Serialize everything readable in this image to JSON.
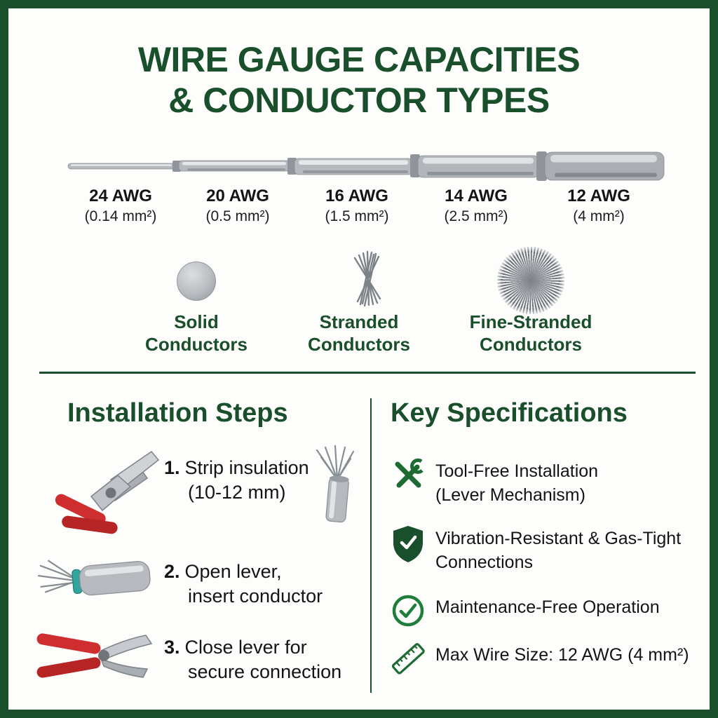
{
  "title": {
    "line1": "WIRE GAUGE CAPACITIES",
    "line2": "& CONDUCTOR TYPES"
  },
  "wire_gauges": [
    {
      "awg": "24 AWG",
      "mm2": "(0.14 mm²)"
    },
    {
      "awg": "20 AWG",
      "mm2": "(0.5 mm²)"
    },
    {
      "awg": "16 AWG",
      "mm2": "(1.5 mm²)"
    },
    {
      "awg": "14 AWG",
      "mm2": "(2.5 mm²)"
    },
    {
      "awg": "12 AWG",
      "mm2": "(4 mm²)"
    }
  ],
  "conductor_types": [
    {
      "line1": "Solid",
      "line2": "Conductors",
      "icon": "solid-conductor-icon"
    },
    {
      "line1": "Stranded",
      "line2": "Conductors",
      "icon": "stranded-conductor-icon"
    },
    {
      "line1": "Fine-Stranded",
      "line2": "Conductors",
      "icon": "fine-stranded-conductor-icon"
    }
  ],
  "installation": {
    "heading": "Installation Steps",
    "steps": [
      {
        "number": "1.",
        "line1": "Strip insulation",
        "line2": "(10-12 mm)",
        "icon": "wire-stripper-icon"
      },
      {
        "number": "2.",
        "line1": "Open lever,",
        "line2": "insert conductor",
        "icon": "stripped-wire-icon"
      },
      {
        "number": "3.",
        "line1": "Close lever for",
        "line2": "secure connection",
        "icon": "pliers-icon"
      }
    ]
  },
  "specifications": {
    "heading": "Key Specifications",
    "items": [
      {
        "line1": "Tool-Free Installation",
        "line2": "(Lever Mechanism)",
        "icon": "crossed-tools-icon"
      },
      {
        "line1": "Vibration-Resistant & Gas-Tight",
        "line2": "Connections",
        "icon": "shield-icon"
      },
      {
        "line1": "Maintenance-Free Operation",
        "line2": "",
        "icon": "check-circle-icon"
      },
      {
        "line1": "Max Wire Size: 12 AWG (4 mm²)",
        "line2": "",
        "icon": "ruler-icon"
      }
    ]
  },
  "colors": {
    "heading_green": "#1a4f2c",
    "icon_green": "#1d6b33",
    "check_green": "#1e7e3a",
    "tool_red": "#cf2e2e",
    "wire_gray": "#b6babe"
  }
}
